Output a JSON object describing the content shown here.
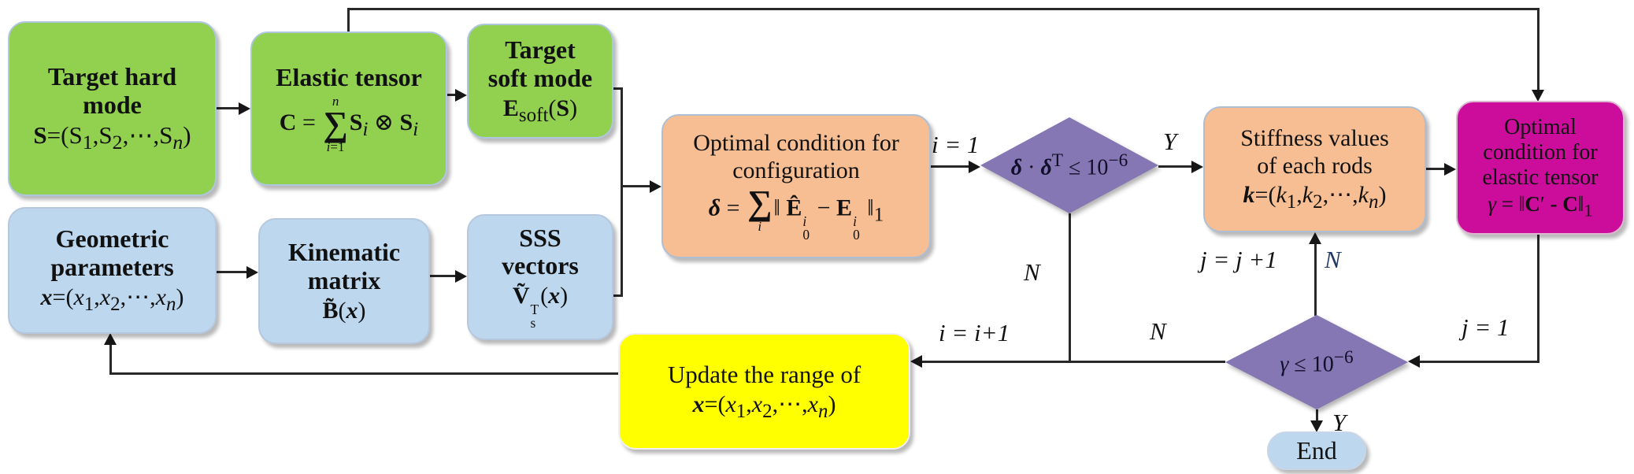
{
  "colors": {
    "box_green": "#92D050",
    "box_blue": "#BDD7EE",
    "box_orange": "#F6BE92",
    "box_magenta": "#CC0D9C",
    "box_yellow": "#FFFF00",
    "diamond_purple": "#8576B4",
    "end_blue": "#BDD7EE",
    "line_black": "#282828",
    "label_navy": "#1F3864"
  },
  "nodes": {
    "target_hard": {
      "title_lines": [
        "Target hard",
        "mode"
      ],
      "formula_html": "<b>S</b>=(S<sub>1</sub>,S<sub>2</sub>,⋯,S<sub><i>n</i></sub>)"
    },
    "elastic_tensor": {
      "title": "Elastic tensor",
      "formula_html": "<b>C</b> = <span class=\"sum\"><span class=\"lim\"><i>n</i></span><span class=\"sg\">∑</span><span class=\"lim\"><i>i</i>=1</span></span><b>S</b><sub><i>i</i></sub> ⊗ <b>S</b><sub><i>i</i></sub>"
    },
    "target_soft": {
      "title_lines": [
        "Target",
        "soft mode"
      ],
      "formula_html": "<b>E</b><sub>soft</sub>(<b>S</b>)"
    },
    "geometric": {
      "title_lines": [
        "Geometric",
        "parameters"
      ],
      "formula_html": "<b><i>x</i></b>=(<i>x</i><sub>1</sub>,<i>x</i><sub>2</sub>,⋯,<i>x</i><sub><i>n</i></sub>)"
    },
    "kinematic": {
      "title_lines": [
        "Kinematic",
        "matrix"
      ],
      "formula_html": "<b>B̃</b>(<b><i>x</i></b>)"
    },
    "sss_vectors": {
      "title_lines": [
        "SSS",
        "vectors"
      ],
      "formula_html": "<b>Ṽ</b><span class=\"st\"><span>T</span><span>s</span></span>(<b><i>x</i></b>)"
    },
    "opt_config": {
      "title_lines": [
        "Optimal condition for",
        "configuration"
      ],
      "formula_html": "<b><i>δ</i></b> = <span class=\"sum\"><span class=\"sg\">∑</span><span class=\"lim\"><i>i</i></span></span>‖ <b>Ê</b><span class=\"st\"><span><i>i</i></span><span>0</span></span> − <b>E</b><span class=\"st\"><span><i>i</i></span><span>0</span></span> ‖<sub>1</sub>"
    },
    "delta_check": {
      "formula_html": "<b><i>δ</i></b> · <b><i>δ</i></b><sup>T</sup> ≤ 10<sup>−6</sup>"
    },
    "stiffness": {
      "title_lines": [
        "Stiffness values",
        "of each rods"
      ],
      "formula_html": "<b><i>k</i></b>=(<i>k</i><sub>1</sub>,<i>k</i><sub>2</sub>,⋯,<i>k</i><sub><i>n</i></sub>)"
    },
    "opt_elastic": {
      "title_lines": [
        "Optimal",
        "condition for",
        "elastic tensor"
      ],
      "formula_html": "<i>γ</i> = ‖<b>C</b>′ <b>-</b> <b>C</b>‖<sub>1</sub>"
    },
    "update_range": {
      "title": "Update the range of",
      "formula_html": "<b><i>x</i></b>=(<i>x</i><sub>1</sub>,<i>x</i><sub>2</sub>,⋯,<i>x</i><sub><i>n</i></sub>)"
    },
    "gamma_check": {
      "formula_html": "<i>γ</i> ≤ 10<sup>−6</sup>"
    },
    "end": {
      "label": "End"
    }
  },
  "edge_labels": {
    "i_init": "i = 1",
    "delta_yes": "Y",
    "delta_no": "N",
    "j_incr": "j = j +1",
    "gamma_no_up": "N",
    "j_init": "j = 1",
    "i_incr": "i = i+1",
    "gamma_no_left": "N",
    "gamma_yes": "Y"
  }
}
